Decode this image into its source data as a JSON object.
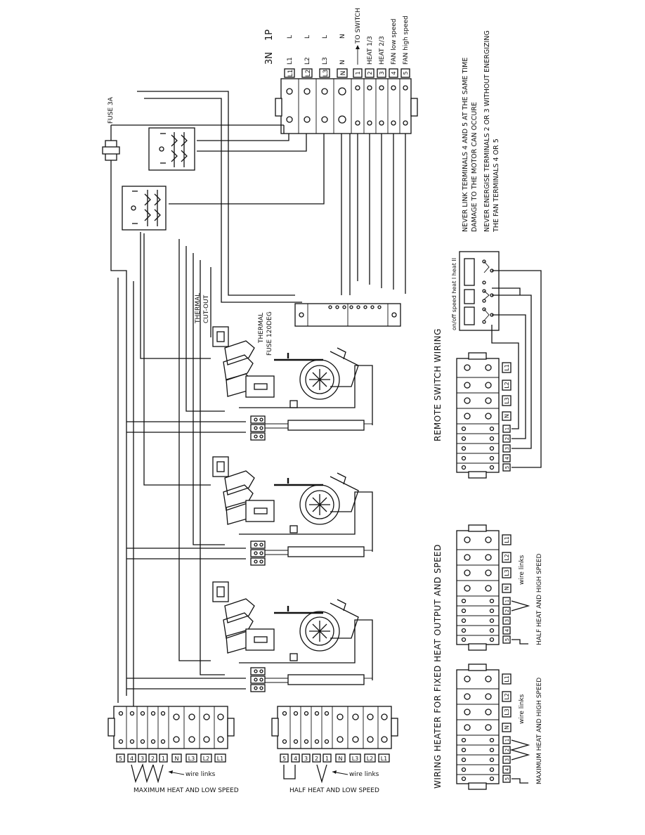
{
  "supply": {
    "system_3n": "3N",
    "system_1p": "1P",
    "terminals": [
      {
        "id": "L1",
        "three_phase": "L1",
        "single_phase": "L",
        "function": ""
      },
      {
        "id": "L2",
        "three_phase": "L2",
        "single_phase": "L",
        "function": ""
      },
      {
        "id": "L3",
        "three_phase": "L3",
        "single_phase": "L",
        "function": ""
      },
      {
        "id": "N",
        "three_phase": "N",
        "single_phase": "N",
        "function": ""
      },
      {
        "id": "1",
        "three_phase": "",
        "single_phase": "",
        "function": "TO SWITCH"
      },
      {
        "id": "2",
        "three_phase": "",
        "single_phase": "",
        "function": "HEAT 1/3"
      },
      {
        "id": "3",
        "three_phase": "",
        "single_phase": "",
        "function": "HEAT 2/3"
      },
      {
        "id": "4",
        "three_phase": "",
        "single_phase": "",
        "function": "FAN low speed"
      },
      {
        "id": "5",
        "three_phase": "",
        "single_phase": "",
        "function": "FAN high speed"
      }
    ]
  },
  "labels": {
    "fuse": "FUSE 3A",
    "thermal_cutout_line1": "THERMAL",
    "thermal_cutout_line2": "CUT-OUT",
    "thermal_fuse_line1": "THERMAL",
    "thermal_fuse_line2": "FUSE 120DEG",
    "wire_links": "wire links"
  },
  "fixed_configs": [
    {
      "title": "MAXIMUM HEAT AND LOW SPEED",
      "terminals": [
        "5",
        "4",
        "3",
        "2",
        "1",
        "N",
        "L3",
        "L2",
        "L1"
      ]
    },
    {
      "title": "HALF HEAT AND LOW SPEED",
      "terminals": [
        "5",
        "4",
        "3",
        "2",
        "1",
        "N",
        "L3",
        "L2",
        "L1"
      ]
    },
    {
      "title": "MAXIMUM HEAT AND HIGH SPEED",
      "terminals": [
        "L1",
        "L2",
        "L3",
        "N",
        "1",
        "2",
        "3",
        "4",
        "5"
      ]
    },
    {
      "title": "HALF HEAT AND HIGH SPEED",
      "terminals": [
        "L1",
        "L2",
        "L3",
        "N",
        "1",
        "2",
        "3",
        "4",
        "5"
      ]
    }
  ],
  "section_titles": {
    "fixed": "WIRING HEATER FOR FIXED HEAT OUTPUT AND SPEED",
    "remote": "REMOTE SWITCH WIRING"
  },
  "remote_switch": {
    "legend": "on/off  speed  heat I  heat II",
    "terminals": [
      "L1",
      "L2",
      "L3",
      "N",
      "1",
      "2",
      "3",
      "4",
      "5"
    ]
  },
  "warnings": [
    "NEVER LINK TERMINALS 4 AND 5 AT THE SAME TIME",
    "DAMAGE TO THE MOTOR CAN OCCURE",
    "NEVER ENERGISE TERMINALS 2 OR 3  WITHOUT ENERGIZING",
    "THE FAN TERMINALS 4 OR 5"
  ]
}
